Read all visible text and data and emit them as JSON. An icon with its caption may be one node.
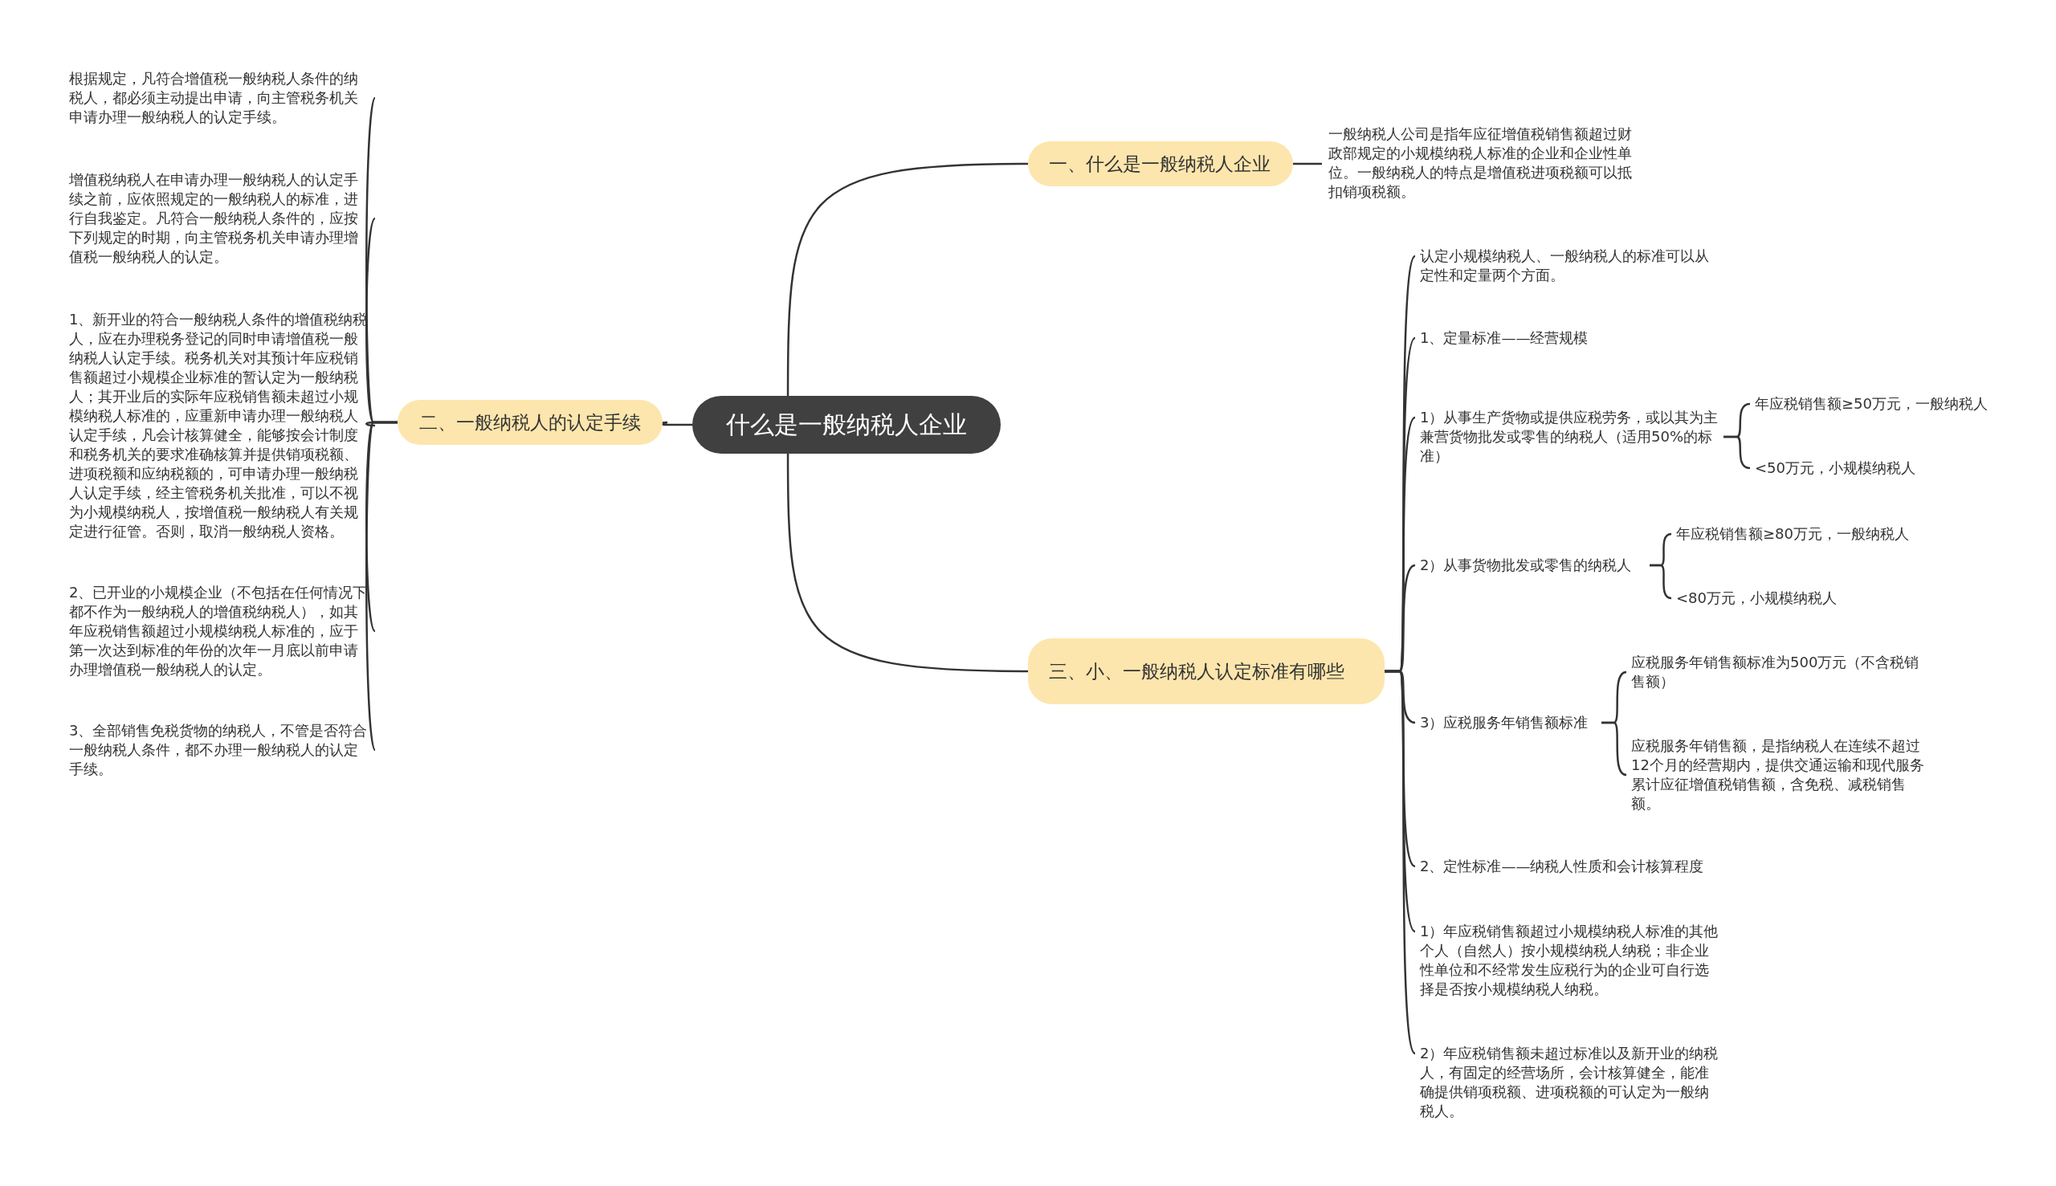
{
  "diagram": {
    "nodes": [
      {
        "text": [
          "什么是一般纳税人企业"
        ]
      },
      {
        "text": [
          "一、什么是一般纳税人企业"
        ]
      },
      {
        "text": [
          "一般纳税人公司是指年应征增值税销售额超过财政部规定的小规模纳税人标准的企业和企业性单位。一般纳税人的特点是增值税进项税额可以抵扣销项税额。"
        ]
      },
      {
        "text": [
          "二、一般纳税人的认定手续"
        ]
      },
      {
        "text": [
          "根据规定，凡符合增值税一般纳税人条件的纳税人，都必须主动提出申请，向主管税务机关申请办理一般纳税人的认定手续。"
        ]
      },
      {
        "text": [
          "增值税纳税人在申请办理一般纳税人的认定手续之前，应依照规定的一般纳税人的标准，进行自我鉴定。凡符合一般纳税人条件的，应按下列规定的时期，向主管税务机关申请办理增值税一般纳税人的认定。"
        ]
      },
      {
        "text": [
          "1、新开业的符合一般纳税人条件的增值税纳税人，应在办理税务登记的同时申请增值税一般纳税人认定手续。税务机关对其预计年应税销售额超过小规模企业标准的暂认定为一般纳税人；其开业后的实际年应税销售额未超过小规模纳税人标准的，应重新申请办理一般纳税人认定手续，凡会计核算健全，能够按会计制度和税务机关的要求准确核算并提供销项税额、进项税额和应纳税额的，可申请办理一般纳税人认定手续，经主管税务机关批准，可以不视为小规模纳税人，按增值税一般纳税人有关规定进行征管。否则，取消一般纳税人资格。"
        ]
      },
      {
        "text": [
          "2、已开业的小规模企业（不包括在任何情况下都不作为一般纳税人的增值税纳税人），如其年应税销售额超过小规模纳税人标准的，应于第一次达到标准的年份的次年一月底以前申请办理增值税一般纳税人的认定。"
        ]
      },
      {
        "text": [
          "3、全部销售免税货物的纳税人，不管是否符合一般纳税人条件，都不办理一般纳税人的认定手续。"
        ]
      },
      {
        "text": [
          "三、小、一般纳税人认定标准有哪些"
        ]
      },
      {
        "text": [
          "认定小规模纳税人、一般纳税人的标准可以从定性和定量两个方面。"
        ]
      },
      {
        "text": [
          "1、定量标准——经营规模"
        ]
      },
      {
        "text": [
          "1）从事生产货物或提供应税劳务，或以其为主兼营货物批发或零售的纳税人（适用50%的标准）"
        ]
      },
      {
        "text": [
          "年应税销售额≥50万元，一般纳税人"
        ]
      },
      {
        "text": [
          "<50万元，小规模纳税人"
        ]
      },
      {
        "text": [
          "2）从事货物批发或零售的纳税人"
        ]
      },
      {
        "text": [
          "年应税销售额≥80万元，一般纳税人"
        ]
      },
      {
        "text": [
          "<80万元，小规模纳税人"
        ]
      },
      {
        "text": [
          "3）应税服务年销售额标准"
        ]
      },
      {
        "text": [
          "应税服务年销售额标准为500万元（不含税销售额）"
        ]
      },
      {
        "text": [
          "应税服务年销售额，是指纳税人在连续不超过12个月的经营期内，提供交通运输和现代服务累计应征增值税销售额，含免税、减税销售额。"
        ]
      },
      {
        "text": [
          "2、定性标准——纳税人性质和会计核算程度"
        ]
      },
      {
        "text": [
          "1）年应税销售额超过小规模纳税人标准的其他个人（自然人）按小规模纳税人纳税；非企业性单位和不经常发生应税行为的企业可自行选择是否按小规模纳税人纳税。"
        ]
      },
      {
        "text": [
          "2）年应税销售额未超过标准以及新开业的纳税人，有固定的经营场所，会计核算健全，能准确提供销项税额、进项税额的可认定为一般纳税人。"
        ]
      }
    ],
    "edges": [
      {
        "from": 0,
        "to": 1,
        "arrow": "none"
      },
      {
        "from": 1,
        "to": 2,
        "arrow": "none"
      },
      {
        "from": 0,
        "to": 3,
        "arrow": "none"
      },
      {
        "from": 3,
        "to": 4,
        "arrow": "none"
      },
      {
        "from": 3,
        "to": 5,
        "arrow": "none"
      },
      {
        "from": 3,
        "to": 6,
        "arrow": "none"
      },
      {
        "from": 3,
        "to": 7,
        "arrow": "none"
      },
      {
        "from": 3,
        "to": 8,
        "arrow": "none"
      },
      {
        "from": 0,
        "to": 9,
        "arrow": "none"
      },
      {
        "from": 9,
        "to": 10,
        "arrow": "none"
      },
      {
        "from": 9,
        "to": 11,
        "arrow": "none"
      },
      {
        "from": 9,
        "to": 12,
        "arrow": "none"
      },
      {
        "from": 12,
        "to": 13,
        "arrow": "none"
      },
      {
        "from": 12,
        "to": 14,
        "arrow": "none"
      },
      {
        "from": 9,
        "to": 15,
        "arrow": "none"
      },
      {
        "from": 15,
        "to": 16,
        "arrow": "none"
      },
      {
        "from": 15,
        "to": 17,
        "arrow": "none"
      },
      {
        "from": 9,
        "to": 18,
        "arrow": "none"
      },
      {
        "from": 18,
        "to": 19,
        "arrow": "none"
      },
      {
        "from": 18,
        "to": 20,
        "arrow": "none"
      },
      {
        "from": 9,
        "to": 21,
        "arrow": "none"
      },
      {
        "from": 9,
        "to": 22,
        "arrow": "none"
      },
      {
        "from": 9,
        "to": 23,
        "arrow": "none"
      }
    ]
  }
}
